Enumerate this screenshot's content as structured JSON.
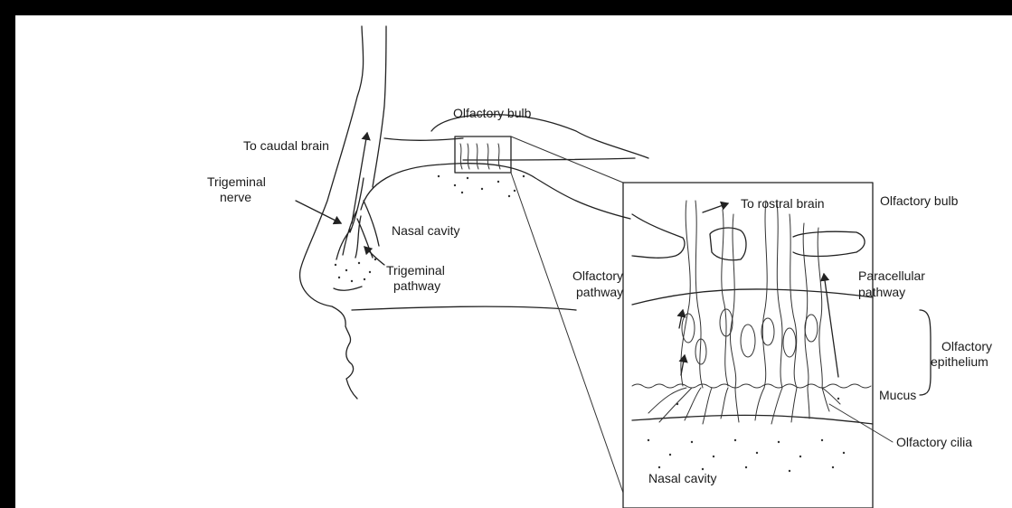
{
  "labels": {
    "olfactory_bulb_main": "Olfactory bulb",
    "to_caudal_brain": "To caudal brain",
    "trigeminal_nerve": [
      "Trigeminal",
      "nerve"
    ],
    "nasal_cavity_main": "Nasal cavity",
    "trigeminal_pathway": [
      "Trigeminal",
      "pathway"
    ],
    "to_rostral_brain": "To rostral brain",
    "olfactory_bulb_inset": "Olfactory bulb",
    "olfactory_pathway": [
      "Olfactory",
      "pathway"
    ],
    "paracellular_pathway": [
      "Paracellular",
      "pathway"
    ],
    "olfactory_epithelium": [
      "Olfactory",
      "epithelium"
    ],
    "mucus": "Mucus",
    "olfactory_cilia": "Olfactory cilia",
    "nasal_cavity_inset": "Nasal cavity"
  }
}
